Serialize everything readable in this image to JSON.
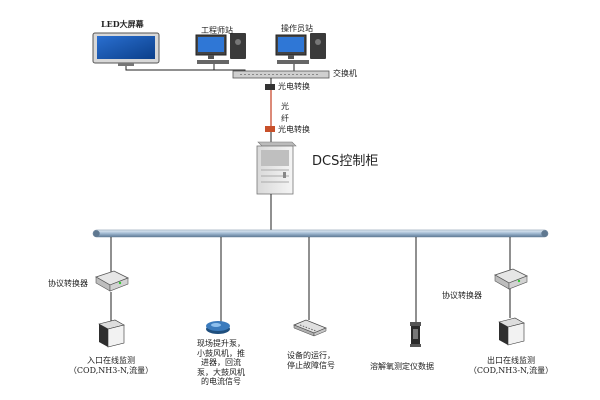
{
  "labels": {
    "led_screen": "LED大屏幕",
    "engineer_station": "工程师站",
    "operator_station": "操作员站",
    "switch": "交换机",
    "optical_converter_top": "光电转换",
    "fiber": "光\n纤",
    "optical_converter_bottom": "光电转换",
    "dcs_cabinet": "DCS控制柜",
    "protocol_converter_left": "协议转换器",
    "protocol_converter_right": "协议转换器",
    "inlet_monitor": "入口在线监测\n（COD,NH3-N,流量）",
    "field_equipment": "现场提升泵，\n小鼓风机，推\n进器，回流\n泵，大鼓风机\n的电流信号",
    "equipment_status": "设备的运行，\n停止故障信号",
    "do_analyzer": "溶解氧测定仪数据",
    "outlet_monitor": "出口在线监测\n（COD,NH3-N,流量）"
  }
}
